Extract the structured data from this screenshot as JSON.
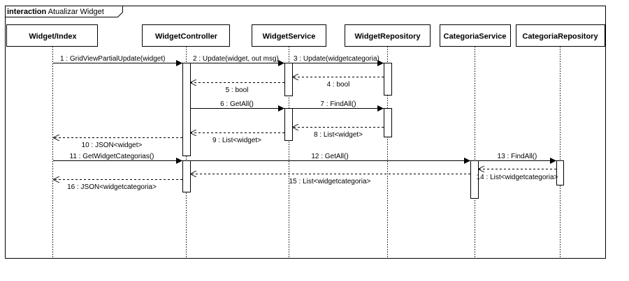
{
  "frame": {
    "keyword": "interaction",
    "name": "Atualizar Widget"
  },
  "lifelines": [
    {
      "id": "index",
      "label": "Widget/Index"
    },
    {
      "id": "ctrl",
      "label": "WidgetController"
    },
    {
      "id": "svc",
      "label": "WidgetService"
    },
    {
      "id": "repo",
      "label": "WidgetRepository"
    },
    {
      "id": "csvc",
      "label": "CategoriaService"
    },
    {
      "id": "crepo",
      "label": "CategoriaRepository"
    }
  ],
  "messages": [
    {
      "n": "1",
      "text": "GridViewPartialUpdate(widget)",
      "from": "index",
      "to": "ctrl",
      "kind": "sync"
    },
    {
      "n": "2",
      "text": "Update(widget, out msg)",
      "from": "ctrl",
      "to": "svc",
      "kind": "sync"
    },
    {
      "n": "3",
      "text": "Update(widgetcategoria)",
      "from": "svc",
      "to": "repo",
      "kind": "sync"
    },
    {
      "n": "4",
      "text": "bool",
      "from": "repo",
      "to": "svc",
      "kind": "reply"
    },
    {
      "n": "5",
      "text": "bool",
      "from": "svc",
      "to": "ctrl",
      "kind": "reply"
    },
    {
      "n": "6",
      "text": "GetAll()",
      "from": "ctrl",
      "to": "svc",
      "kind": "sync"
    },
    {
      "n": "7",
      "text": "FindAll()",
      "from": "svc",
      "to": "repo",
      "kind": "sync"
    },
    {
      "n": "8",
      "text": "List<widget>",
      "from": "repo",
      "to": "svc",
      "kind": "reply"
    },
    {
      "n": "9",
      "text": "List<widget>",
      "from": "svc",
      "to": "ctrl",
      "kind": "reply"
    },
    {
      "n": "10",
      "text": "JSON<widget>",
      "from": "ctrl",
      "to": "index",
      "kind": "reply"
    },
    {
      "n": "11",
      "text": "GetWidgetCategorias()",
      "from": "index",
      "to": "ctrl",
      "kind": "sync"
    },
    {
      "n": "12",
      "text": "GetAll()",
      "from": "ctrl",
      "to": "csvc",
      "kind": "sync"
    },
    {
      "n": "13",
      "text": "FindAll()",
      "from": "csvc",
      "to": "crepo",
      "kind": "sync"
    },
    {
      "n": "14",
      "text": "List<widgetcategoria>",
      "from": "crepo",
      "to": "csvc",
      "kind": "reply"
    },
    {
      "n": "15",
      "text": "List<widgetcategoria>",
      "from": "csvc",
      "to": "ctrl",
      "kind": "reply"
    },
    {
      "n": "16",
      "text": "JSON<widgetcategoria>",
      "from": "ctrl",
      "to": "index",
      "kind": "reply"
    }
  ]
}
